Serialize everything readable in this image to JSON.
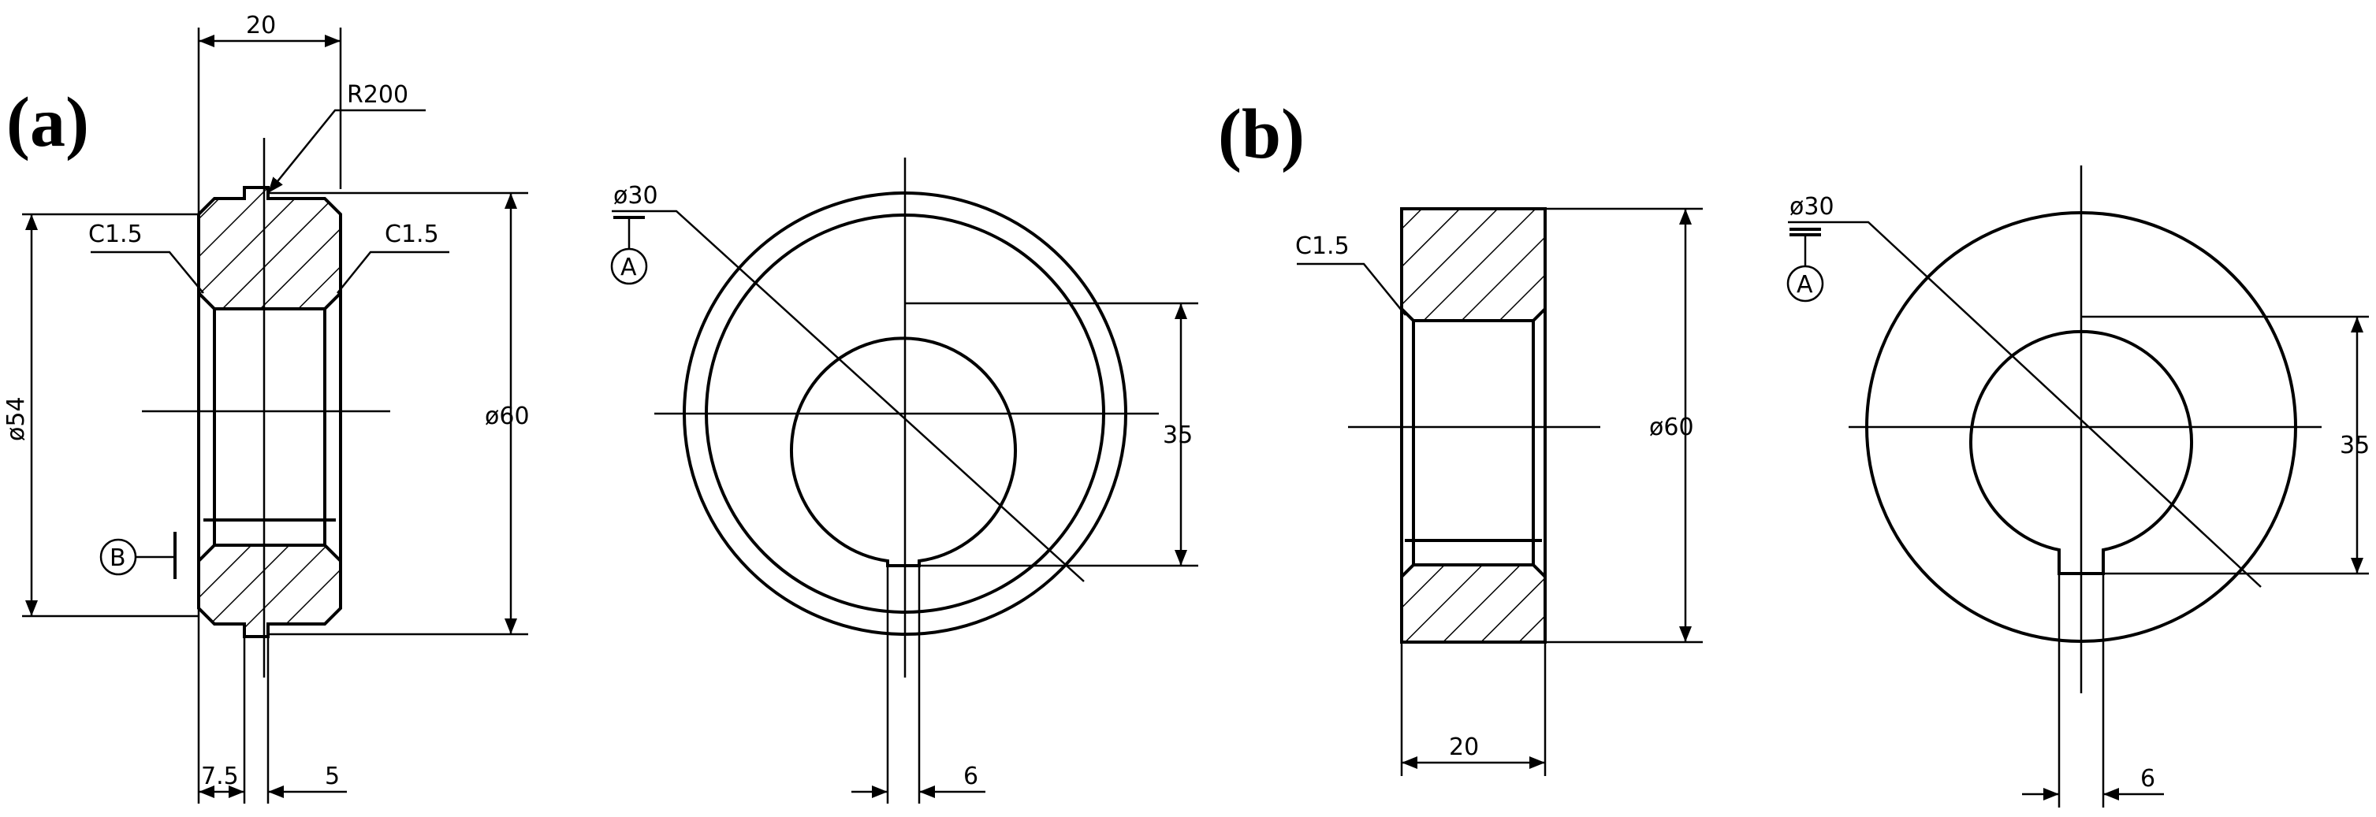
{
  "panels": [
    {
      "label": "(a)",
      "section": {
        "width": "20",
        "radius": "R200",
        "chamfer_left": "C1.5",
        "chamfer_right": "C1.5",
        "inner_diameter": "ø54",
        "outer_diameter": "ø60",
        "datum": "B",
        "offset": "7.5",
        "rib_width": "5"
      },
      "front": {
        "bore": "ø30",
        "datum": "A",
        "key_depth": "35",
        "key_width": "6"
      }
    },
    {
      "label": "(b)",
      "section": {
        "chamfer": "C1.5",
        "outer_diameter": "ø60",
        "width": "20"
      },
      "front": {
        "bore": "ø30",
        "datum": "A",
        "key_depth": "35",
        "key_width": "6"
      }
    }
  ]
}
